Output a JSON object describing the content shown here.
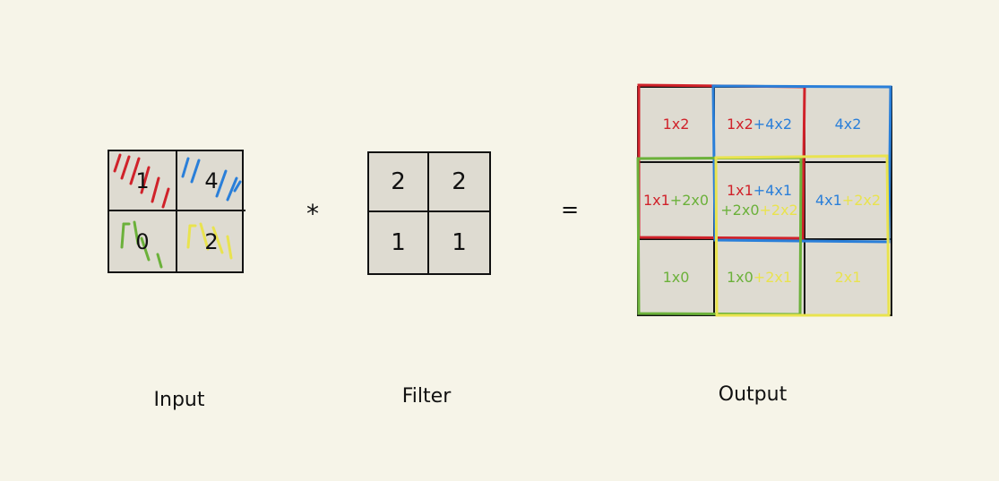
{
  "input": {
    "caption": "Input",
    "cells": [
      "1",
      "4",
      "0",
      "2"
    ]
  },
  "operators": {
    "multiply": "*",
    "equals": "="
  },
  "filter": {
    "caption": "Filter",
    "cells": [
      "2",
      "2",
      "1",
      "1"
    ]
  },
  "output": {
    "caption": "Output",
    "cells": [
      [
        {
          "text": "1x2",
          "color": "red"
        }
      ],
      [
        {
          "text": "1x2",
          "color": "red"
        },
        {
          "text": "+4x2",
          "color": "blue"
        }
      ],
      [
        {
          "text": "4x2",
          "color": "blue"
        }
      ],
      [
        {
          "text": "1x1",
          "color": "red"
        },
        {
          "text": "+2x0",
          "color": "green"
        }
      ],
      [
        {
          "text": "1x1",
          "color": "red"
        },
        {
          "text": "+4x1",
          "color": "blue"
        },
        {
          "text": "+2x0",
          "color": "green"
        },
        {
          "text": "+2x2",
          "color": "yellow"
        }
      ],
      [
        {
          "text": "4x1",
          "color": "blue"
        },
        {
          "text": "+2x2",
          "color": "yellow"
        }
      ],
      [
        {
          "text": "1x0",
          "color": "green"
        }
      ],
      [
        {
          "text": "1x0",
          "color": "green"
        },
        {
          "text": "+2x1",
          "color": "yellow"
        }
      ],
      [
        {
          "text": "2x1",
          "color": "yellow"
        }
      ]
    ]
  },
  "colors": {
    "red": "#d0222a",
    "blue": "#2a7fd9",
    "green": "#6bb13a",
    "yellow": "#e9e34f",
    "background": "#f6f4e8",
    "cell": "#dedbd1"
  }
}
